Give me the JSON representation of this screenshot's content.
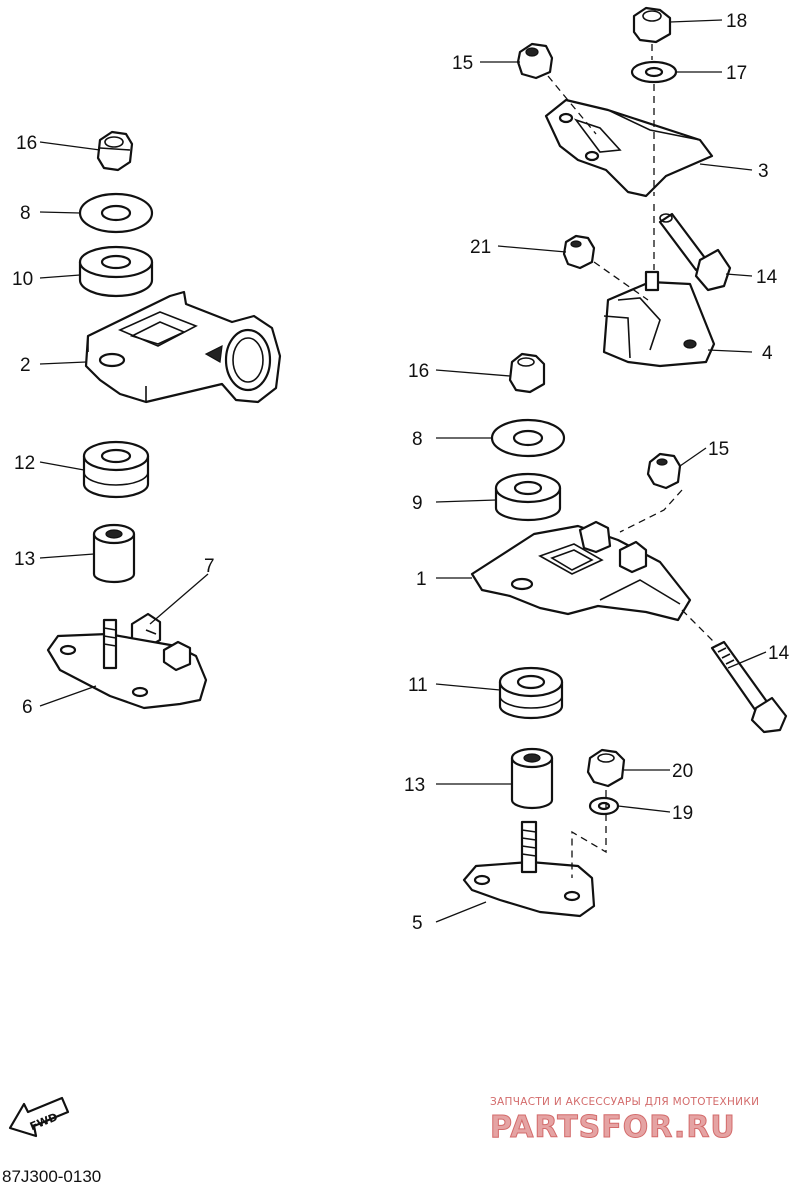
{
  "diagram": {
    "drawing_code": "87J300-0130",
    "fwd_label": "FWD",
    "callouts": {
      "c16a": "16",
      "c8a": "8",
      "c10": "10",
      "c2": "2",
      "c12": "12",
      "c13a": "13",
      "c7": "7",
      "c6": "6",
      "c15a": "15",
      "c18": "18",
      "c17": "17",
      "c3": "3",
      "c21": "21",
      "c14a": "14",
      "c4": "4",
      "c16b": "16",
      "c8b": "8",
      "c9": "9",
      "c15b": "15",
      "c1": "1",
      "c14b": "14",
      "c11": "11",
      "c13b": "13",
      "c20": "20",
      "c19": "19",
      "c5": "5"
    }
  },
  "watermark": {
    "tagline": "ЗАПЧАСТИ И АКСЕССУАРЫ ДЛЯ МОТОТЕХНИКИ",
    "brand": "PARTSFOR.RU"
  }
}
